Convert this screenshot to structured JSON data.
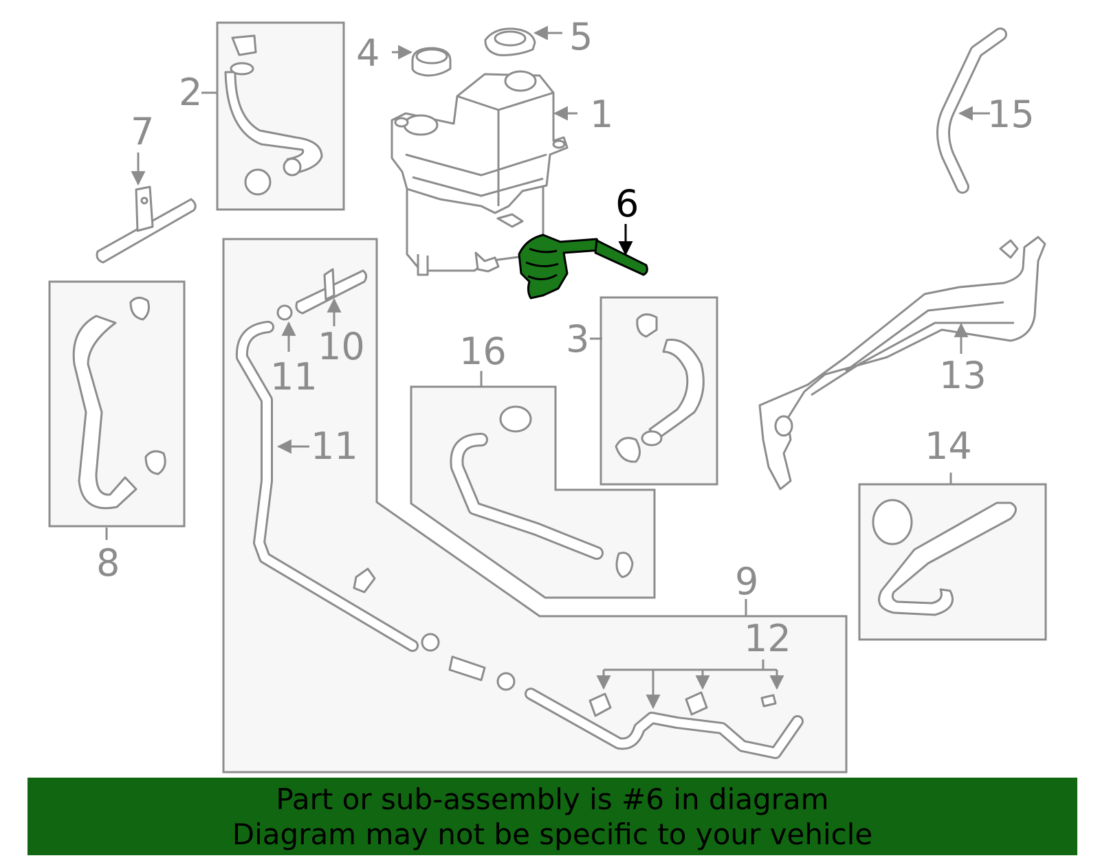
{
  "callouts": {
    "c1": "1",
    "c2": "2",
    "c3": "3",
    "c4": "4",
    "c5": "5",
    "c6": "6",
    "c7": "7",
    "c8": "8",
    "c9": "9",
    "c10": "10",
    "c11a": "11",
    "c11b": "11",
    "c12": "12",
    "c13": "13",
    "c14": "14",
    "c15": "15",
    "c16": "16"
  },
  "banner": {
    "line1": "Part or sub-assembly is #6 in diagram",
    "line2": "Diagram may not be specific to your vehicle"
  },
  "colors": {
    "line": "#8c8c8c",
    "box_fill": "#f7f7f7",
    "highlight_part": "#1a7a1a",
    "banner": "#116611"
  },
  "icons": {
    "highlighted_part": "hose-6-icon"
  }
}
